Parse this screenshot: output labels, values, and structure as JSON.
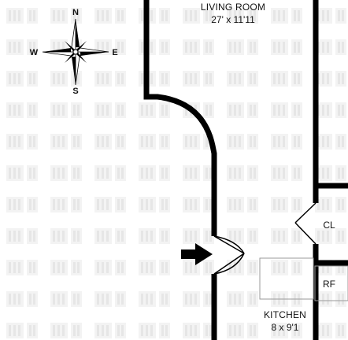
{
  "floorplan": {
    "rooms": {
      "living_room": {
        "name": "LIVING ROOM",
        "dimensions": "27' x 11'11"
      },
      "kitchen": {
        "name": "KITCHEN",
        "dimensions": "8 x 9'1"
      },
      "closet": {
        "name": "CL"
      },
      "refrigerator": {
        "name": "RF"
      }
    },
    "compass": {
      "north": "N",
      "south": "S",
      "east": "E",
      "west": "W"
    },
    "entry_arrow": {
      "icon": "entry-arrow-icon"
    },
    "colors": {
      "wall": "#000000",
      "watermark": "#ececec",
      "fixture_outline": "#999999"
    }
  }
}
